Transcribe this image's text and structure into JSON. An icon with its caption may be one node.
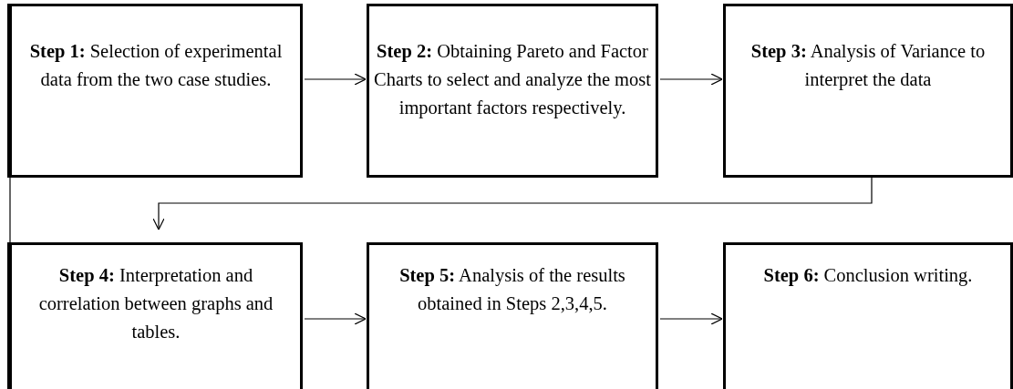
{
  "diagram": {
    "nodes": [
      {
        "text": [
          "**Step 1:** Selection of experimental data from the two case studies."
        ]
      },
      {
        "text": [
          "**Step 2:** Obtaining Pareto and Factor Charts to select and analyze the most important factors respectively."
        ]
      },
      {
        "text": [
          "**Step 3:** Analysis of Variance to interpret the data"
        ]
      },
      {
        "text": [
          "**Step 4:** Interpretation and correlation between graphs and tables."
        ]
      },
      {
        "text": [
          "**Step 5:** Analysis of the results obtained in Steps 2,3,4,5."
        ]
      },
      {
        "text": [
          "**Step 6:** Conclusion writing."
        ]
      }
    ],
    "edges": [
      {
        "from": 0,
        "to": 1,
        "arrow": "to"
      },
      {
        "from": 1,
        "to": 2,
        "arrow": "to"
      },
      {
        "from": 2,
        "to": 3,
        "arrow": "to"
      },
      {
        "from": 3,
        "to": 4,
        "arrow": "to"
      },
      {
        "from": 4,
        "to": 5,
        "arrow": "to"
      },
      {
        "from": 0,
        "to": 3,
        "arrow": "none"
      }
    ]
  }
}
